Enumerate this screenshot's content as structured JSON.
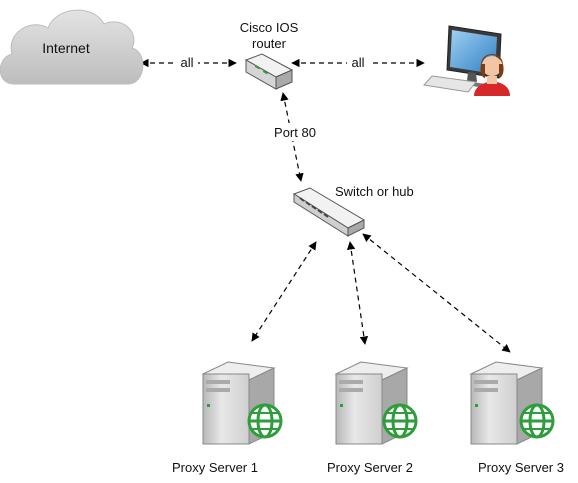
{
  "nodes": {
    "internet": {
      "label": "Internet"
    },
    "router": {
      "label_line1": "Cisco IOS",
      "label_line2": "router"
    },
    "switch": {
      "label": "Switch or hub"
    },
    "proxy1": {
      "label": "Proxy Server 1"
    },
    "proxy2": {
      "label": "Proxy Server 2"
    },
    "proxy3": {
      "label": "Proxy Server 3"
    }
  },
  "links": {
    "internet_router": {
      "label": "all"
    },
    "router_user": {
      "label": "all"
    },
    "router_switch": {
      "label": "Port 80"
    }
  },
  "colors": {
    "connector": "#000000",
    "cloud": "#cfcfcf",
    "globe": "#2e9e3c",
    "server": "#d6d6d6",
    "user_shirt": "#d62828"
  }
}
